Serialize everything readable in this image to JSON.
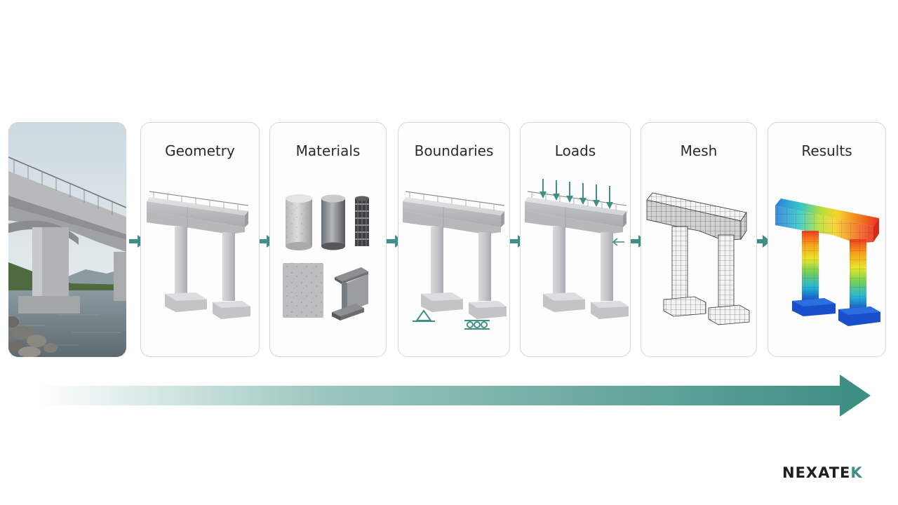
{
  "steps": [
    {
      "title": "Geometry"
    },
    {
      "title": "Materials"
    },
    {
      "title": "Boundaries"
    },
    {
      "title": "Loads"
    },
    {
      "title": "Mesh"
    },
    {
      "title": "Results"
    }
  ],
  "brand": {
    "main": "NEXATE",
    "accent": "K"
  },
  "colors": {
    "accent": "#3f8f84",
    "card_border": "#d4d7d9",
    "concrete": "#c9cbcd"
  },
  "icons": [
    "bridge-photo",
    "bridge-pier-icon",
    "concrete-cylinder-icon",
    "steel-cylinder-icon",
    "rebar-cage-icon",
    "concrete-block-icon",
    "steel-ibeam-icon",
    "pin-support-icon",
    "roller-support-icon",
    "load-arrow-icon",
    "mesh-pier-icon",
    "results-contour-pier-icon",
    "progress-arrow-icon"
  ]
}
